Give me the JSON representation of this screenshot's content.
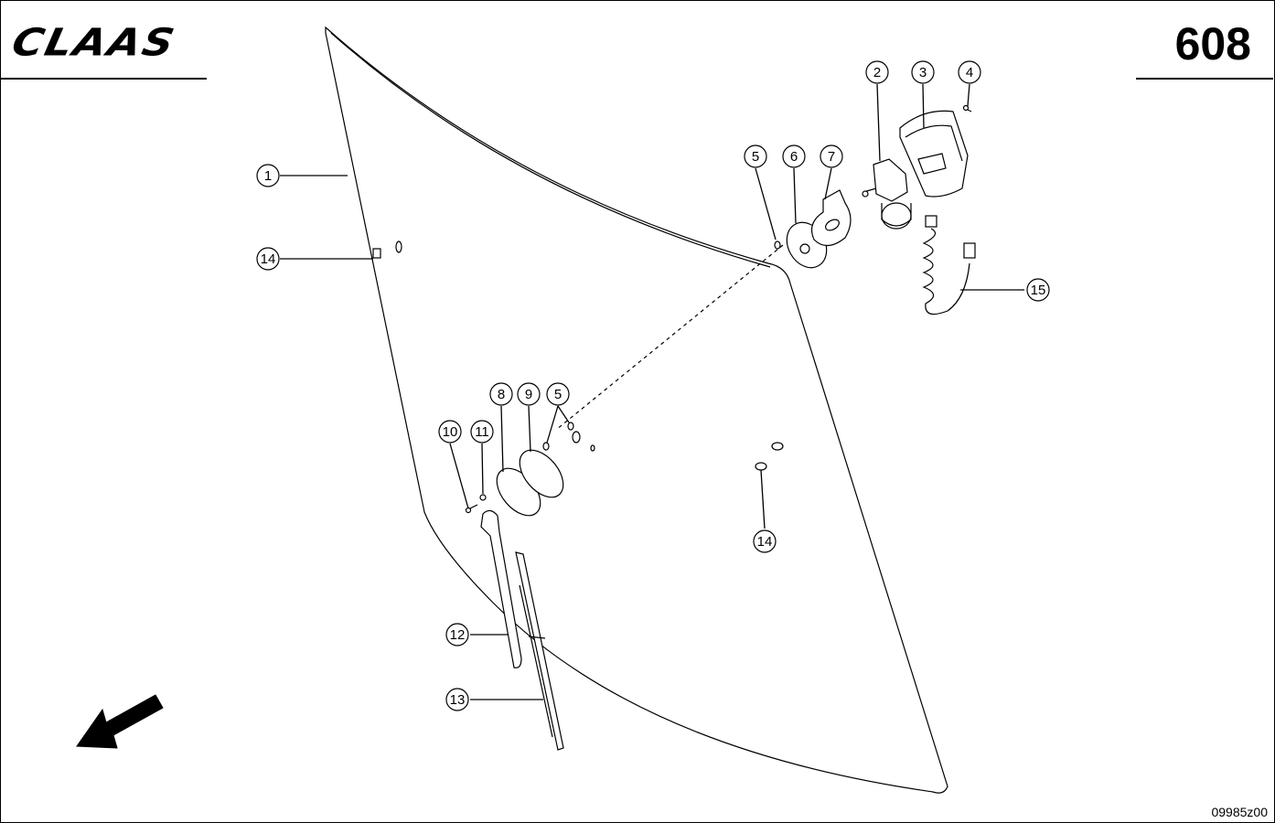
{
  "header": {
    "brand": "CLAAS",
    "page_number": "608"
  },
  "footer": {
    "drawing_code": "09985z00"
  },
  "callouts": [
    {
      "label": "1"
    },
    {
      "label": "2"
    },
    {
      "label": "3"
    },
    {
      "label": "4"
    },
    {
      "label": "5"
    },
    {
      "label": "6"
    },
    {
      "label": "7"
    },
    {
      "label": "8"
    },
    {
      "label": "9"
    },
    {
      "label": "5"
    },
    {
      "label": "10"
    },
    {
      "label": "11"
    },
    {
      "label": "12"
    },
    {
      "label": "13"
    },
    {
      "label": "14"
    },
    {
      "label": "14"
    },
    {
      "label": "15"
    }
  ]
}
